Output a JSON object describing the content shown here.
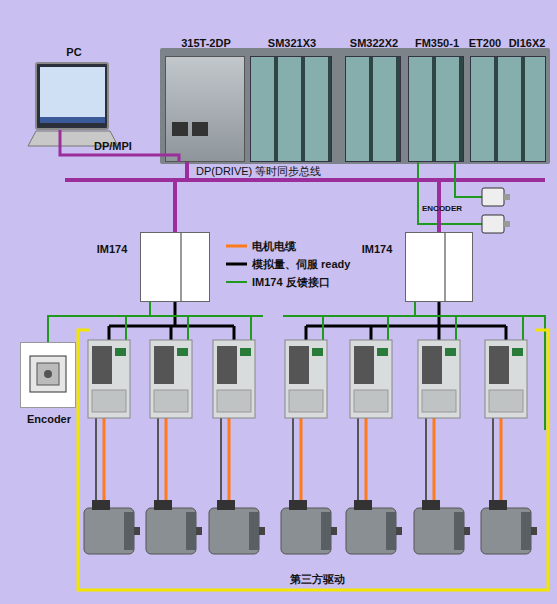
{
  "diagram": {
    "nodes": [
      {
        "text": [
          "PC"
        ]
      },
      {
        "text": [
          "315T-2DP"
        ]
      },
      {
        "text": [
          "SM321X3"
        ]
      },
      {
        "text": [
          "SM322X2"
        ]
      },
      {
        "text": [
          "FM350-1"
        ]
      },
      {
        "text": [
          "ET200",
          "DI16X2"
        ]
      },
      {
        "text": [
          "IM174"
        ]
      },
      {
        "text": [
          "IM174"
        ]
      },
      {
        "text": [
          "Encoder"
        ]
      }
    ],
    "edges": [
      {
        "from": 0,
        "to": 1,
        "arrow": "none",
        "label": "DP/MPI"
      },
      {
        "from": 1,
        "to": 6,
        "arrow": "none",
        "label": "DP(DRIVE) 等时同步总线"
      },
      {
        "from": 1,
        "to": 7,
        "arrow": "none"
      },
      {
        "from": 8,
        "to": 6,
        "arrow": "none"
      }
    ],
    "labels": [
      "ENCODER",
      "第三方驱动"
    ],
    "legend": [
      {
        "text": "电机电缆"
      },
      {
        "text": "模拟量、伺服 ready"
      },
      {
        "text": "IM174 反馈接口"
      }
    ]
  }
}
